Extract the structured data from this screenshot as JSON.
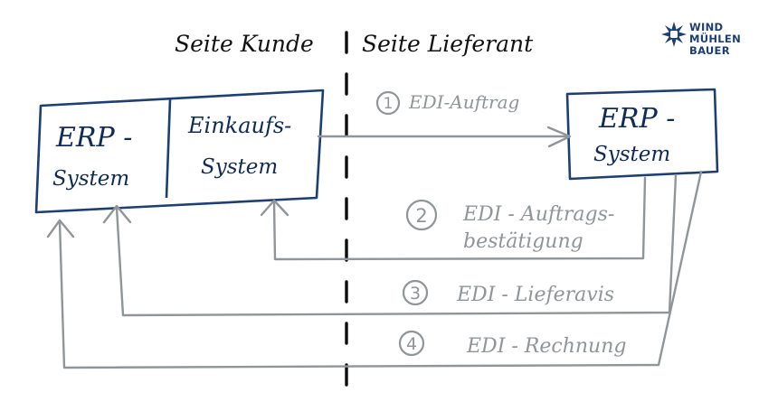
{
  "headers": {
    "left": "Seite Kunde",
    "right": "Seite Lieferant"
  },
  "logo": {
    "line1": "WIND",
    "line2": "MÜHLEN",
    "line3": "BAUER",
    "icon": "windmill-star-icon",
    "color": "#1d3f73"
  },
  "customer": {
    "erp_line1": "ERP -",
    "erp_line2": "System",
    "purchasing_line1": "Einkaufs-",
    "purchasing_line2": "System"
  },
  "supplier": {
    "erp_line1": "ERP -",
    "erp_line2": "System"
  },
  "steps": [
    {
      "number": "1",
      "label_line1": "EDI-Auftrag",
      "label_line2": ""
    },
    {
      "number": "2",
      "label_line1": "EDI - Auftrags-",
      "label_line2": "bestätigung"
    },
    {
      "number": "3",
      "label_line1": "EDI - Lieferavis",
      "label_line2": ""
    },
    {
      "number": "4",
      "label_line1": "EDI - Rechnung",
      "label_line2": ""
    }
  ],
  "colors": {
    "box": "#1d3f73",
    "text_dark": "#0f2b5a",
    "flow": "#8f9598",
    "divider": "#0d0d0d"
  }
}
